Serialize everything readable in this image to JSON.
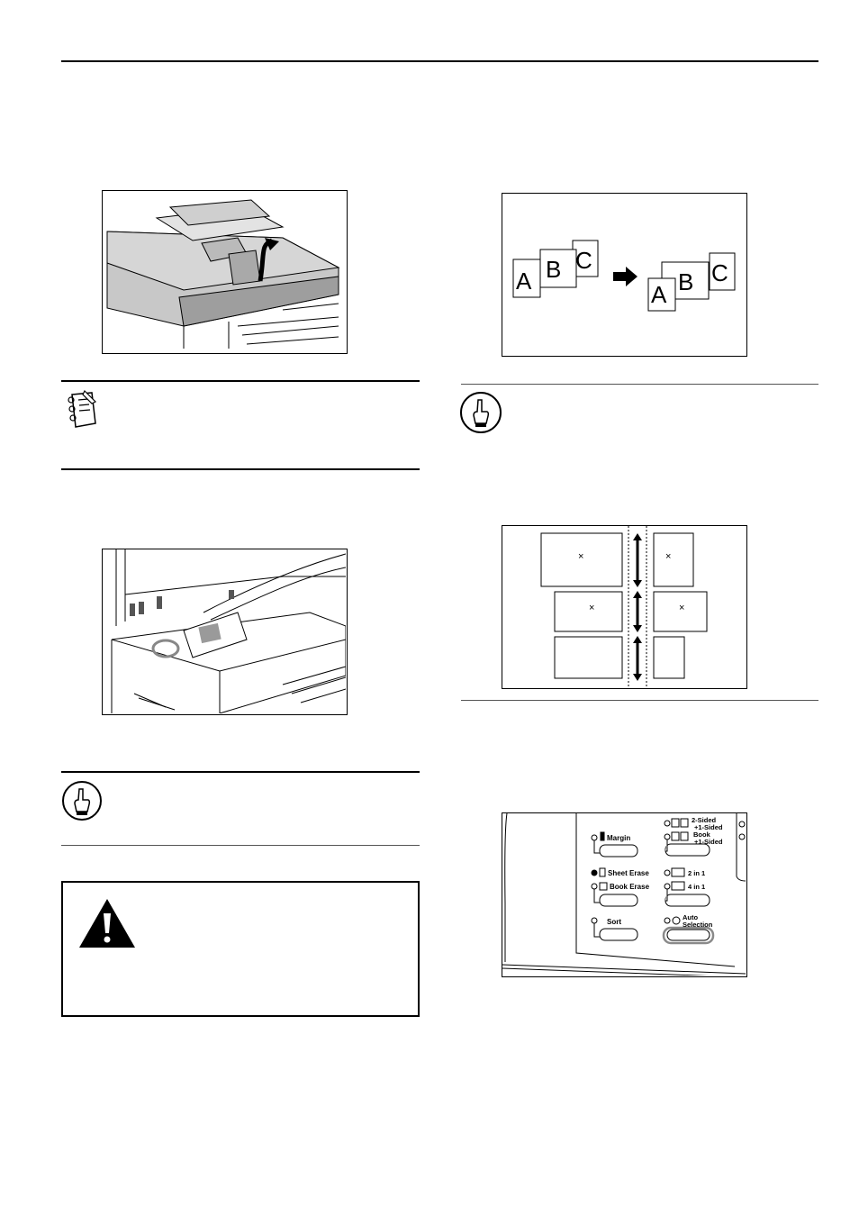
{
  "figures": {
    "document_order": {
      "left_letters": [
        "A",
        "B",
        "C"
      ],
      "right_letters": [
        "A",
        "B",
        "C"
      ]
    },
    "size_comparison": {
      "marker": "×"
    },
    "control_panel": {
      "margin": "Margin",
      "two_sided_line1": "2-Sided",
      "two_sided_line2": "+1-Sided",
      "book_line1": "Book",
      "book_line2": "+1-Sided",
      "sheet_erase": "Sheet Erase",
      "book_erase": "Book Erase",
      "two_in_one": "2 in 1",
      "four_in_one": "4 in 1",
      "sort": "Sort",
      "auto_line1": "Auto",
      "auto_line2": "Selection"
    }
  }
}
